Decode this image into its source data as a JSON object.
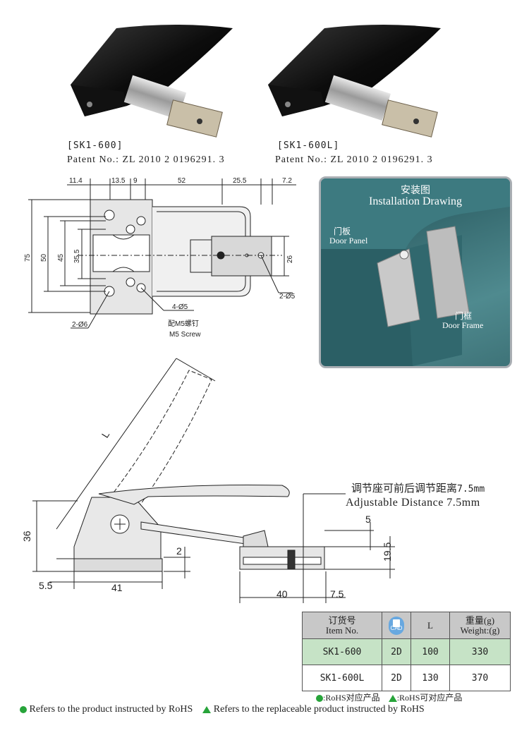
{
  "products": [
    {
      "model": "[SK1-600]",
      "patent_label": "Patent No.:",
      "patent_number": "ZL 2010 2 0196291. 3"
    },
    {
      "model": "[SK1-600L]",
      "patent_label": "Patent No.:",
      "patent_number": "ZL 2010 2 0196291. 3"
    }
  ],
  "top_drawing": {
    "dims_top": [
      "11.4",
      "13.5",
      "9",
      "52",
      "25.5",
      "7.2"
    ],
    "dims_left": [
      "75",
      "50",
      "45",
      "35.5"
    ],
    "dim_right": "26",
    "label_2d5": "2-Ø5",
    "label_4d5": "4-Ø5",
    "label_m5_cn": "配M5螺钉",
    "label_m5_en": "M5 Screw",
    "label_2d6": "2-Ø6"
  },
  "install": {
    "title_cn": "安装图",
    "title_en": "Installation Drawing",
    "door_panel_cn": "门板",
    "door_panel_en": "Door Panel",
    "door_frame_cn": "门框",
    "door_frame_en": "Door Frame",
    "colors": {
      "bg_dark": "#1f4d53",
      "bg_light": "#4f8a8f",
      "border": "#a9aeb3"
    }
  },
  "side_drawing": {
    "L": "L",
    "h36": "36",
    "d2": "2",
    "d55": "5.5",
    "d41": "41",
    "d40": "40",
    "d75": "7.5",
    "d5": "5",
    "d195": "19.5",
    "adjust_cn": "调节座可前后调节距离",
    "adjust_cn_val": "7.5mm",
    "adjust_en": "Adjustable Distance 7.5mm"
  },
  "table": {
    "header": {
      "item_cn": "订货号",
      "item_en": "Item No.",
      "cad_icon_label": "CAD",
      "L": "L",
      "weight_cn": "重量(g)",
      "weight_en": "Weight:(g)"
    },
    "rows": [
      {
        "item": "SK1-600",
        "cad": "2D",
        "L": "100",
        "weight": "330"
      },
      {
        "item": "SK1-600L",
        "cad": "2D",
        "L": "130",
        "weight": "370"
      }
    ],
    "highlight_color": "#c6e3c6"
  },
  "legend": {
    "rohs_cn": ":RoHS对应产品",
    "rohs_replace_cn": ":RoHS可对应产品",
    "rohs_en": "Refers to the product instructed by RoHS",
    "rohs_replace_en": "Refers to the replaceable product instructed by RoHS",
    "green": "#27a43a"
  }
}
